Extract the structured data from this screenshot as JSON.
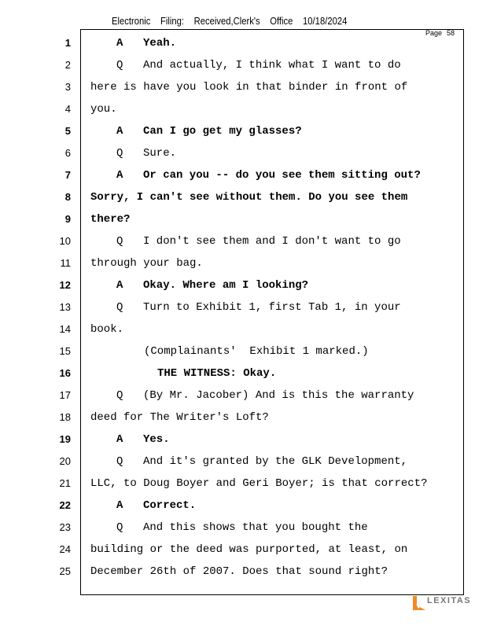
{
  "header": {
    "filing": [
      "Electronic",
      "Filing:",
      "Received,Clerk's",
      "Office",
      "10/18/2024"
    ]
  },
  "page": {
    "label": "Page",
    "number": "58"
  },
  "logo": {
    "text": "LEXITAS",
    "color": "#f08a24"
  },
  "lines": [
    {
      "num": "1",
      "kind": "qa",
      "speaker": "A",
      "text": "Yeah.",
      "bold": true
    },
    {
      "num": "2",
      "kind": "qa",
      "speaker": "Q",
      "text": "And actually, I think what I want to do",
      "bold": false
    },
    {
      "num": "3",
      "kind": "cont",
      "speaker": "",
      "text": "here is have you look in that binder in front of",
      "bold": false
    },
    {
      "num": "4",
      "kind": "cont",
      "speaker": "",
      "text": "you.",
      "bold": false
    },
    {
      "num": "5",
      "kind": "qa",
      "speaker": "A",
      "text": "Can I go get my glasses?",
      "bold": true
    },
    {
      "num": "6",
      "kind": "qa",
      "speaker": "Q",
      "text": "Sure.",
      "bold": false
    },
    {
      "num": "7",
      "kind": "qa",
      "speaker": "A",
      "text": "Or can you -- do you see them sitting out?",
      "bold": true
    },
    {
      "num": "8",
      "kind": "cont",
      "speaker": "",
      "text": "Sorry, I can't see without them. Do you see them",
      "bold": true
    },
    {
      "num": "9",
      "kind": "cont",
      "speaker": "",
      "text": "there?",
      "bold": true
    },
    {
      "num": "10",
      "kind": "qa",
      "speaker": "Q",
      "text": "I don't see them and I don't want to go",
      "bold": false
    },
    {
      "num": "11",
      "kind": "cont",
      "speaker": "",
      "text": "through your bag.",
      "bold": false
    },
    {
      "num": "12",
      "kind": "qa",
      "speaker": "A",
      "text": "Okay. Where am I looking?",
      "bold": true
    },
    {
      "num": "13",
      "kind": "qa",
      "speaker": "Q",
      "text": "Turn to Exhibit 1, first Tab 1, in your",
      "bold": false
    },
    {
      "num": "14",
      "kind": "cont",
      "speaker": "",
      "text": "book.",
      "bold": false
    },
    {
      "num": "15",
      "kind": "paren",
      "speaker": "",
      "text": "(Complainants'  Exhibit 1 marked.)",
      "bold": false
    },
    {
      "num": "16",
      "kind": "colloquy",
      "speaker": "",
      "text": "THE WITNESS: Okay.",
      "bold": true
    },
    {
      "num": "17",
      "kind": "qa",
      "speaker": "Q",
      "text": "(By Mr. Jacober) And is this the warranty",
      "bold": false
    },
    {
      "num": "18",
      "kind": "cont",
      "speaker": "",
      "text": "deed for The Writer's Loft?",
      "bold": false
    },
    {
      "num": "19",
      "kind": "qa",
      "speaker": "A",
      "text": "Yes.",
      "bold": true
    },
    {
      "num": "20",
      "kind": "qa",
      "speaker": "Q",
      "text": "And it's granted by the GLK Development,",
      "bold": false
    },
    {
      "num": "21",
      "kind": "cont",
      "speaker": "",
      "text": "LLC, to Doug Boyer and Geri Boyer; is that correct?",
      "bold": false
    },
    {
      "num": "22",
      "kind": "qa",
      "speaker": "A",
      "text": "Correct.",
      "bold": true
    },
    {
      "num": "23",
      "kind": "qa",
      "speaker": "Q",
      "text": "And this shows that you bought the",
      "bold": false
    },
    {
      "num": "24",
      "kind": "cont",
      "speaker": "",
      "text": "building or the deed was purported, at least, on",
      "bold": false
    },
    {
      "num": "25",
      "kind": "cont",
      "speaker": "",
      "text": "December 26th of 2007. Does that sound right?",
      "bold": false
    }
  ]
}
